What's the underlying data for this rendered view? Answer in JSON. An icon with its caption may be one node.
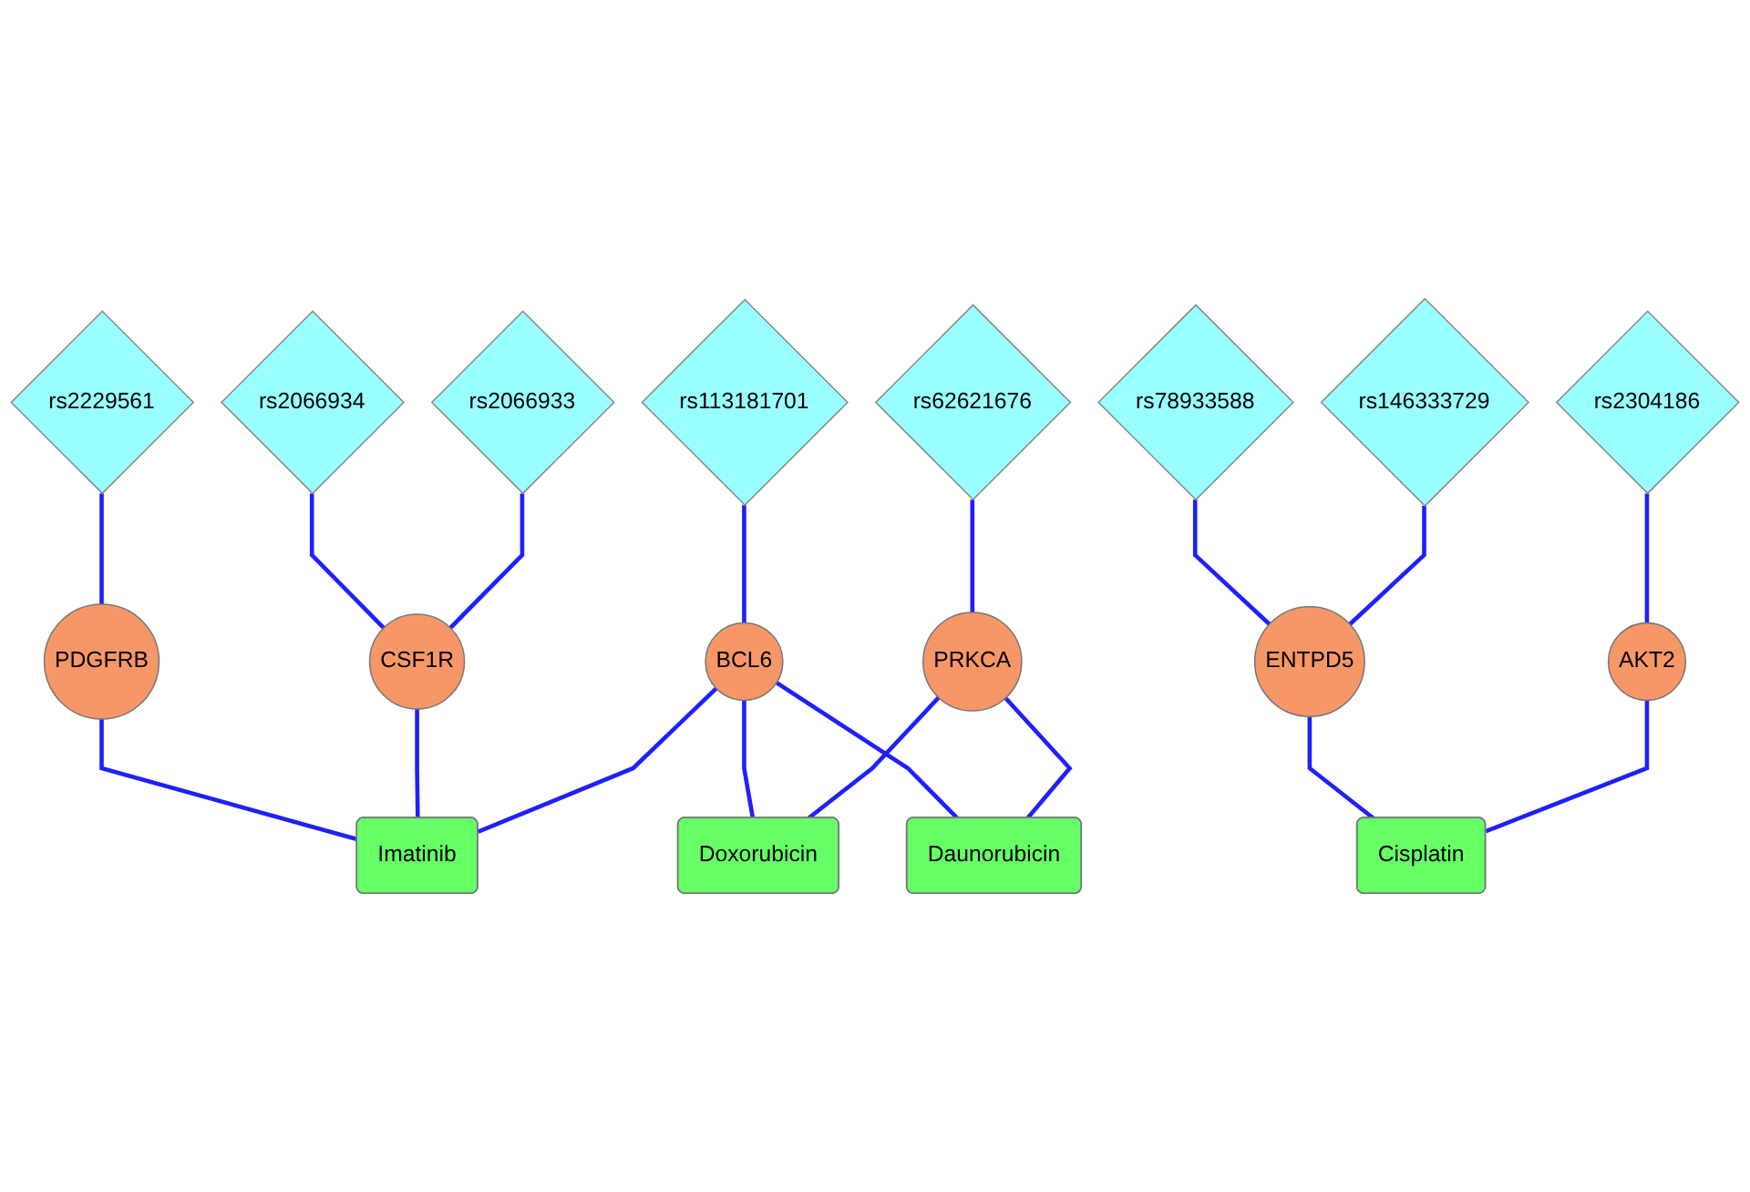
{
  "diagram": {
    "nodes": [
      {
        "text": [
          "rs2229561"
        ]
      },
      {
        "text": [
          "rs2066934"
        ]
      },
      {
        "text": [
          "rs2066933"
        ]
      },
      {
        "text": [
          "rs113181701"
        ]
      },
      {
        "text": [
          "rs62621676"
        ]
      },
      {
        "text": [
          "rs78933588"
        ]
      },
      {
        "text": [
          "rs146333729"
        ]
      },
      {
        "text": [
          "rs2304186"
        ]
      },
      {
        "text": [
          "PDGFRB"
        ]
      },
      {
        "text": [
          "CSF1R"
        ]
      },
      {
        "text": [
          "BCL6"
        ]
      },
      {
        "text": [
          "PRKCA"
        ]
      },
      {
        "text": [
          "ENTPD5"
        ]
      },
      {
        "text": [
          "AKT2"
        ]
      },
      {
        "text": [
          "Imatinib"
        ]
      },
      {
        "text": [
          "Doxorubicin"
        ]
      },
      {
        "text": [
          "Daunorubicin"
        ]
      },
      {
        "text": [
          "Cisplatin"
        ]
      }
    ],
    "edges": [
      {
        "from": 0,
        "to": 8,
        "arrow": "none"
      },
      {
        "from": 1,
        "to": 9,
        "arrow": "none"
      },
      {
        "from": 2,
        "to": 9,
        "arrow": "none"
      },
      {
        "from": 3,
        "to": 10,
        "arrow": "none"
      },
      {
        "from": 4,
        "to": 11,
        "arrow": "none"
      },
      {
        "from": 5,
        "to": 12,
        "arrow": "none"
      },
      {
        "from": 6,
        "to": 12,
        "arrow": "none"
      },
      {
        "from": 7,
        "to": 13,
        "arrow": "none"
      },
      {
        "from": 8,
        "to": 14,
        "arrow": "none"
      },
      {
        "from": 9,
        "to": 14,
        "arrow": "none"
      },
      {
        "from": 10,
        "to": 14,
        "arrow": "none"
      },
      {
        "from": 10,
        "to": 15,
        "arrow": "none"
      },
      {
        "from": 10,
        "to": 16,
        "arrow": "none"
      },
      {
        "from": 11,
        "to": 15,
        "arrow": "none"
      },
      {
        "from": 11,
        "to": 16,
        "arrow": "none"
      },
      {
        "from": 12,
        "to": 17,
        "arrow": "none"
      },
      {
        "from": 13,
        "to": 17,
        "arrow": "none"
      }
    ]
  }
}
